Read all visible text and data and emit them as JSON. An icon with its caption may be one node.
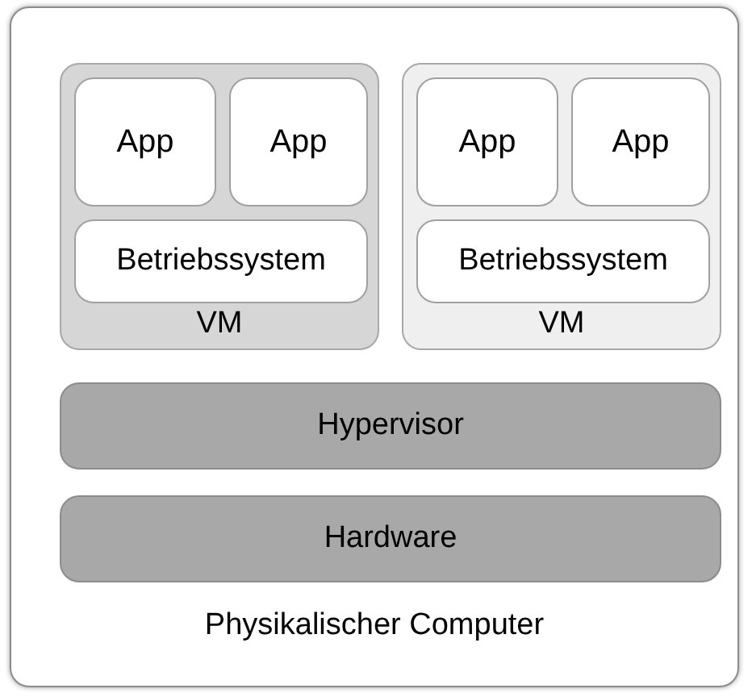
{
  "diagram": {
    "nodes": [
      {
        "text": [
          "Physikalischer Computer"
        ]
      },
      {
        "text": [
          "VM"
        ],
        "in": 0
      },
      {
        "text": [
          "App"
        ],
        "in": 1
      },
      {
        "text": [
          "App"
        ],
        "in": 1
      },
      {
        "text": [
          "Betriebssystem"
        ],
        "in": 1
      },
      {
        "text": [
          "VM"
        ],
        "in": 0
      },
      {
        "text": [
          "App"
        ],
        "in": 5
      },
      {
        "text": [
          "App"
        ],
        "in": 5
      },
      {
        "text": [
          "Betriebssystem"
        ],
        "in": 5
      },
      {
        "text": [
          "Hypervisor"
        ],
        "in": 0
      },
      {
        "text": [
          "Hardware"
        ],
        "in": 0
      }
    ]
  }
}
